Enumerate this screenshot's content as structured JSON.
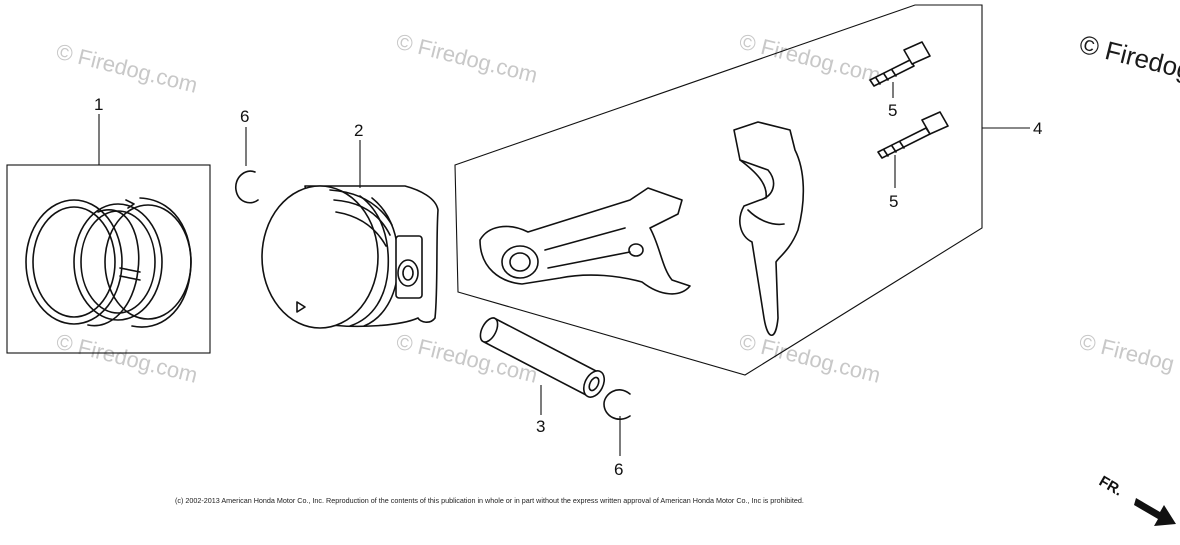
{
  "callouts": {
    "c1": "1",
    "c2": "2",
    "c3": "3",
    "c4": "4",
    "c5a": "5",
    "c5b": "5",
    "c6a": "6",
    "c6b": "6"
  },
  "watermark": {
    "text": "© Firedog.com",
    "corner_text": "© Firedog"
  },
  "copyright": "(c) 2002-2013 American Honda Motor Co., Inc. Reproduction of the contents of this publication in whole or in part without the express written approval of American Honda Motor Co., Inc is prohibited.",
  "front_marker": "FR.",
  "icons": {
    "front_arrow": "arrow-down-right-icon",
    "piston_mark": "triangle-mark-icon"
  }
}
